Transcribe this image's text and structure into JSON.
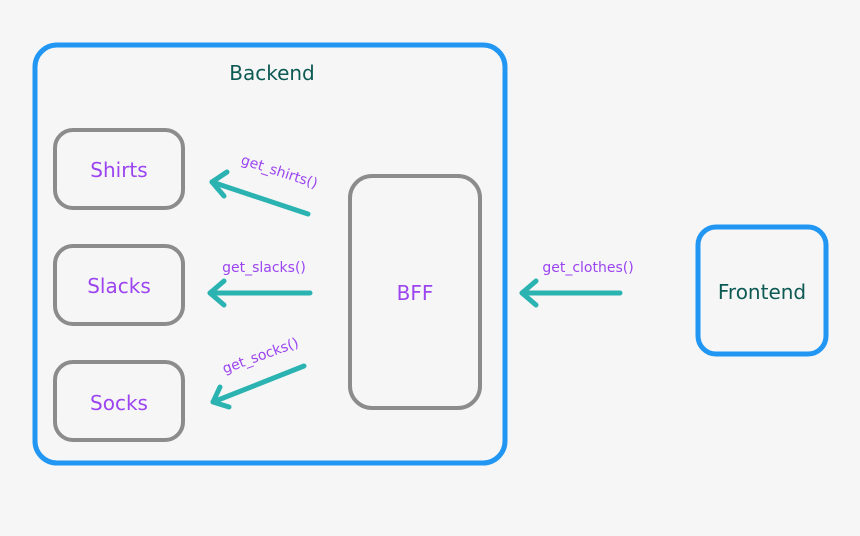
{
  "backend": {
    "label": "Backend"
  },
  "services": [
    {
      "label": "Shirts"
    },
    {
      "label": "Slacks"
    },
    {
      "label": "Socks"
    }
  ],
  "bff": {
    "label": "BFF"
  },
  "frontend": {
    "label": "Frontend"
  },
  "calls": {
    "shirts": "get_shirts()",
    "slacks": "get_slacks()",
    "socks": "get_socks()",
    "clothes": "get_clothes()"
  },
  "colors": {
    "background": "#f6f6f6",
    "container_border": "#2196f3",
    "service_border": "#8c8c8c",
    "arrow": "#2ab3b1",
    "service_text": "#9b44f0",
    "title_text": "#0d5a55"
  }
}
